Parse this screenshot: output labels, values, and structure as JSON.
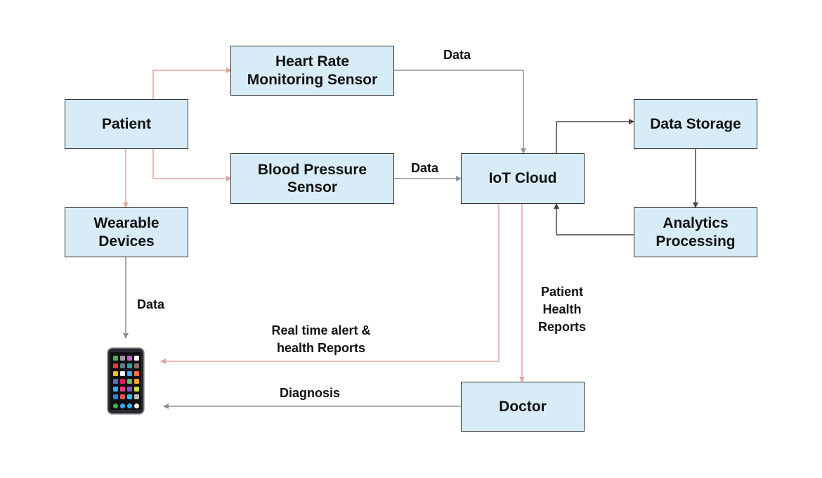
{
  "colors": {
    "node_fill": "#d7ecf6",
    "node_border": "#333333",
    "edge_red": "#e0a69c",
    "edge_gray": "#8f8f99",
    "edge_dark": "#444444"
  },
  "nodes": {
    "heart_rate": "Heart Rate\nMonitoring Sensor",
    "patient": "Patient",
    "blood_pressure": "Blood Pressure\nSensor",
    "iot_cloud": "IoT Cloud",
    "data_storage": "Data Storage",
    "analytics": "Analytics\nProcessing",
    "wearable": "Wearable\nDevices",
    "doctor": "Doctor"
  },
  "edge_labels": {
    "heart_to_cloud": "Data",
    "bp_to_cloud": "Data",
    "wearable_to_phone": "Data",
    "cloud_to_phone": "Real time alert &\nhealth Reports",
    "cloud_to_doctor": "Patient\nHealth\nReports",
    "doctor_to_phone": "Diagnosis"
  },
  "icons": {
    "phone": "smartphone-icon"
  }
}
